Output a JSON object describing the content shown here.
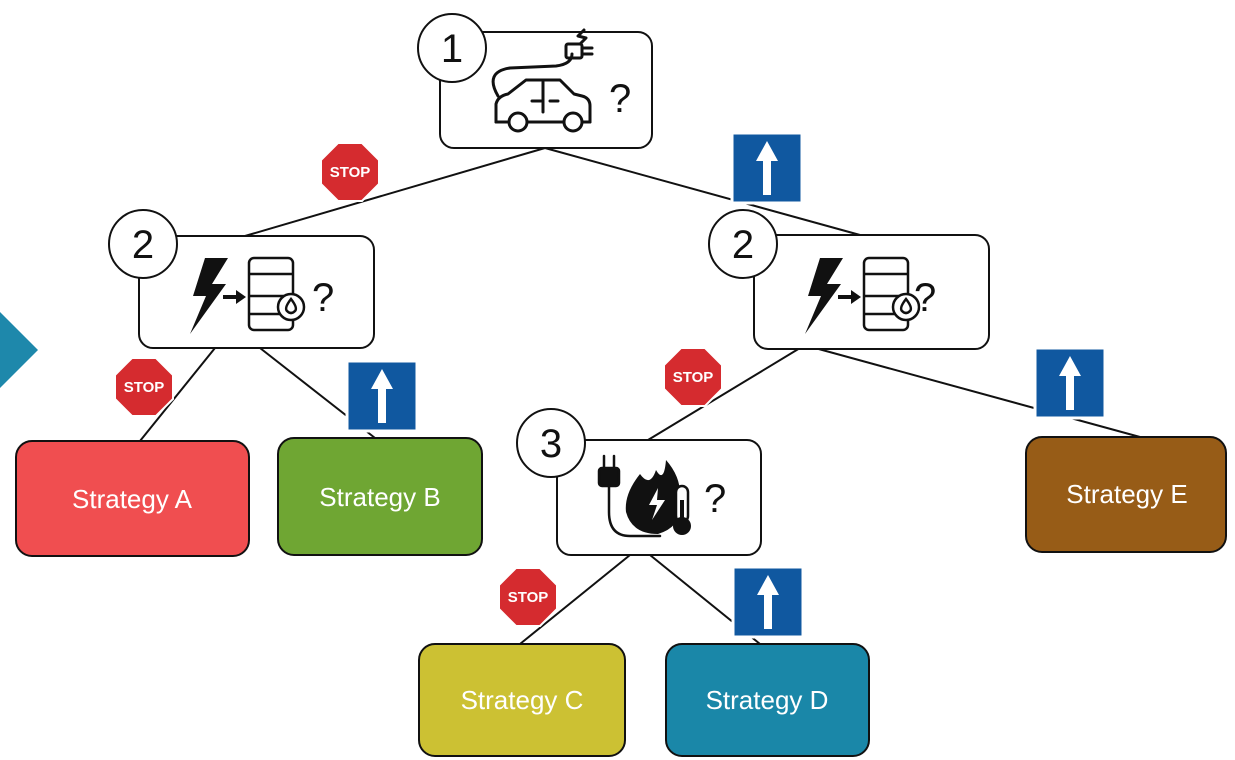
{
  "nodes": {
    "q1": {
      "number": "1",
      "question": "?",
      "icon": "electric-car-icon"
    },
    "q2_left": {
      "number": "2",
      "question": "?",
      "icon": "electricity-to-fuel-icon"
    },
    "q2_right": {
      "number": "2",
      "question": "?",
      "icon": "electricity-to-fuel-icon"
    },
    "q3": {
      "number": "3",
      "question": "?",
      "icon": "electric-heating-icon"
    }
  },
  "strategies": {
    "a": {
      "label": "Strategy A",
      "color": "#f04e50"
    },
    "b": {
      "label": "Strategy B",
      "color": "#6fa633"
    },
    "c": {
      "label": "Strategy C",
      "color": "#ccc133"
    },
    "d": {
      "label": "Strategy D",
      "color": "#1a87a8"
    },
    "e": {
      "label": "Strategy E",
      "color": "#975c17"
    }
  },
  "signs": {
    "stop_label": "STOP",
    "stop_color": "#d52b2f",
    "go_color": "#1058a0"
  }
}
